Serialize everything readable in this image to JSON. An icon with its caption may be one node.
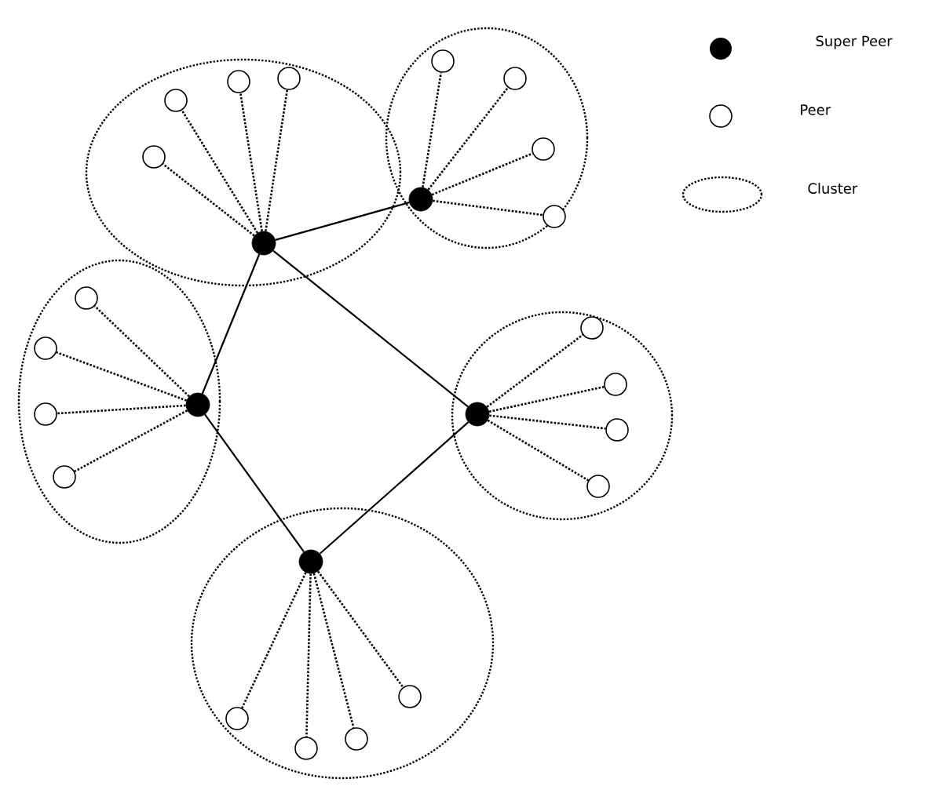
{
  "diagram": {
    "nodes": [
      {
        "text": [],
        "shape": "ellipse"
      },
      {
        "text": [],
        "shape": "dot",
        "in": 0
      },
      {
        "text": [],
        "shape": "circle",
        "in": 0
      },
      {
        "text": [],
        "shape": "circle",
        "in": 0
      },
      {
        "text": [],
        "shape": "circle",
        "in": 0
      },
      {
        "text": [],
        "shape": "circle",
        "in": 0
      },
      {
        "text": [],
        "shape": "ellipse"
      },
      {
        "text": [],
        "shape": "dot",
        "in": 6
      },
      {
        "text": [],
        "shape": "circle",
        "in": 6
      },
      {
        "text": [],
        "shape": "circle",
        "in": 6
      },
      {
        "text": [],
        "shape": "circle",
        "in": 6
      },
      {
        "text": [],
        "shape": "circle",
        "in": 6
      },
      {
        "text": [],
        "shape": "ellipse"
      },
      {
        "text": [],
        "shape": "dot",
        "in": 12
      },
      {
        "text": [],
        "shape": "circle",
        "in": 12
      },
      {
        "text": [],
        "shape": "circle",
        "in": 12
      },
      {
        "text": [],
        "shape": "circle",
        "in": 12
      },
      {
        "text": [],
        "shape": "circle",
        "in": 12
      },
      {
        "text": [],
        "shape": "ellipse"
      },
      {
        "text": [],
        "shape": "dot",
        "in": 18
      },
      {
        "text": [],
        "shape": "circle",
        "in": 18
      },
      {
        "text": [],
        "shape": "circle",
        "in": 18
      },
      {
        "text": [],
        "shape": "circle",
        "in": 18
      },
      {
        "text": [],
        "shape": "circle",
        "in": 18
      },
      {
        "text": [],
        "shape": "ellipse"
      },
      {
        "text": [],
        "shape": "dot",
        "in": 24
      },
      {
        "text": [],
        "shape": "circle",
        "in": 24
      },
      {
        "text": [],
        "shape": "circle",
        "in": 24
      },
      {
        "text": [],
        "shape": "circle",
        "in": 24
      },
      {
        "text": [],
        "shape": "circle",
        "in": 24
      }
    ],
    "edges": [
      {
        "from": 1,
        "to": 7,
        "arrow": "none"
      },
      {
        "from": 1,
        "to": 13,
        "arrow": "none"
      },
      {
        "from": 1,
        "to": 19,
        "arrow": "none"
      },
      {
        "from": 13,
        "to": 25,
        "arrow": "none"
      },
      {
        "from": 25,
        "to": 19,
        "arrow": "none"
      },
      {
        "from": 1,
        "to": 2,
        "arrow": "none",
        "style": "dashed"
      },
      {
        "from": 1,
        "to": 3,
        "arrow": "none",
        "style": "dashed"
      },
      {
        "from": 1,
        "to": 4,
        "arrow": "none",
        "style": "dashed"
      },
      {
        "from": 1,
        "to": 5,
        "arrow": "none",
        "style": "dashed"
      },
      {
        "from": 7,
        "to": 8,
        "arrow": "none",
        "style": "dashed"
      },
      {
        "from": 7,
        "to": 9,
        "arrow": "none",
        "style": "dashed"
      },
      {
        "from": 7,
        "to": 10,
        "arrow": "none",
        "style": "dashed"
      },
      {
        "from": 7,
        "to": 11,
        "arrow": "none",
        "style": "dashed"
      },
      {
        "from": 13,
        "to": 14,
        "arrow": "none",
        "style": "dashed"
      },
      {
        "from": 13,
        "to": 15,
        "arrow": "none",
        "style": "dashed"
      },
      {
        "from": 13,
        "to": 16,
        "arrow": "none",
        "style": "dashed"
      },
      {
        "from": 13,
        "to": 17,
        "arrow": "none",
        "style": "dashed"
      },
      {
        "from": 19,
        "to": 20,
        "arrow": "none",
        "style": "dashed"
      },
      {
        "from": 19,
        "to": 21,
        "arrow": "none",
        "style": "dashed"
      },
      {
        "from": 19,
        "to": 22,
        "arrow": "none",
        "style": "dashed"
      },
      {
        "from": 19,
        "to": 23,
        "arrow": "none",
        "style": "dashed"
      },
      {
        "from": 25,
        "to": 26,
        "arrow": "none",
        "style": "dashed"
      },
      {
        "from": 25,
        "to": 27,
        "arrow": "none",
        "style": "dashed"
      },
      {
        "from": 25,
        "to": 28,
        "arrow": "none",
        "style": "dashed"
      },
      {
        "from": 25,
        "to": 29,
        "arrow": "none",
        "style": "dashed"
      }
    ],
    "legend": [
      {
        "text": "Super Peer"
      },
      {
        "text": "Peer"
      },
      {
        "text": "Cluster"
      }
    ]
  }
}
